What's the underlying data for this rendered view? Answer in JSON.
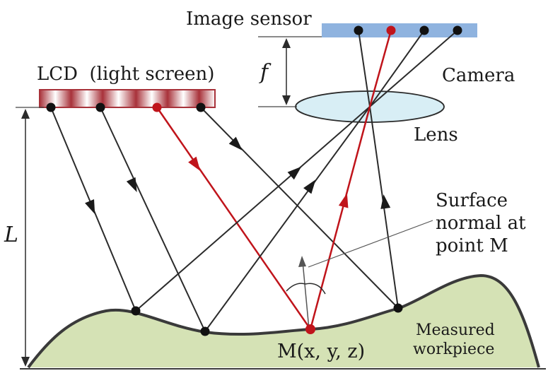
{
  "labels": {
    "image_sensor": "Image sensor",
    "focal_length": "f",
    "camera": "Camera",
    "lens": "Lens",
    "lcd": "LCD  (light screen)",
    "distance": "L",
    "surface_normal_1": "Surface",
    "surface_normal_2": "normal at",
    "surface_normal_3": "point M",
    "point_m": "M(x, y, z)",
    "workpiece_1": "Measured",
    "workpiece_2": "workpiece"
  },
  "colors": {
    "ray": "#2b2b2b",
    "highlight_ray": "#c0141b",
    "sensor": "#8fb3df",
    "lens": "#d8eef5",
    "workpiece": "#d5e2b5",
    "lcd_stripe": "#a8323a"
  }
}
